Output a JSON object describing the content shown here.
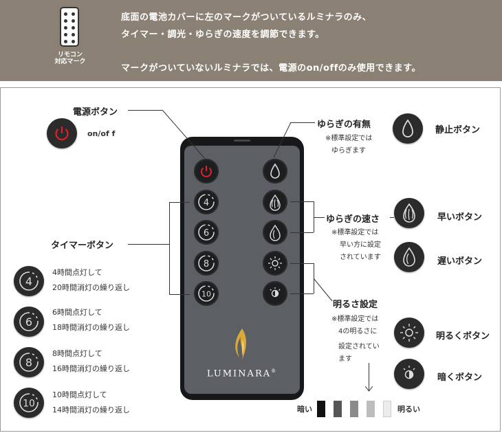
{
  "header": {
    "icon_label_line1": "リモコン",
    "icon_label_line2": "対応マーク",
    "line1": "底面の電池カバーに左のマークがついているルミナラのみ、",
    "line2": "タイマー・調光・ゆらぎの速度を調節できます。",
    "line3": "マークがついていないルミナラでは、電源のon/offのみ使用できます。"
  },
  "power": {
    "title": "電源ボタン",
    "desc": "on/of f",
    "color": "#e0202a"
  },
  "timer": {
    "title": "タイマーボタン",
    "items": [
      {
        "num": "4",
        "line1": "4時間点灯して",
        "line2": "20時間消灯の繰り返し"
      },
      {
        "num": "6",
        "line1": "6時間点灯して",
        "line2": "18時間消灯の繰り返し"
      },
      {
        "num": "8",
        "line1": "8時間点灯して",
        "line2": "16時間消灯の繰り返し"
      },
      {
        "num": "10",
        "line1": "10時間点灯して",
        "line2": "14時間消灯の繰り返し"
      }
    ]
  },
  "flicker": {
    "title": "ゆらぎの有無",
    "note1": "※標準設定では",
    "note2": "ゆらぎます",
    "stop_label": "静止ボタン"
  },
  "speed": {
    "title": "ゆらぎの速さ",
    "note1": "※標準設定では",
    "note2": "早い方に設定",
    "note3": "されています",
    "fast_label": "早いボタン",
    "slow_label": "遅いボタン"
  },
  "brightness": {
    "title": "明るさ設定",
    "note1": "※標準設定では",
    "note2": "4の明るさに",
    "note3": "設定されてい",
    "note4": "ます",
    "bright_label": "明るくボタン",
    "dark_label": "暗くボタン",
    "scale_dark": "暗い",
    "scale_bright": "明るい",
    "scale_colors": [
      "#111111",
      "#555555",
      "#8a8a8a",
      "#bdbdbd",
      "#ececec"
    ]
  },
  "remote": {
    "brand": "LUMINARA",
    "brand_mark": "®"
  },
  "colors": {
    "band": "#8a8073",
    "remote_body": "#17181a",
    "remote_face": "#5c5f63",
    "flame": "#d9a93a"
  }
}
